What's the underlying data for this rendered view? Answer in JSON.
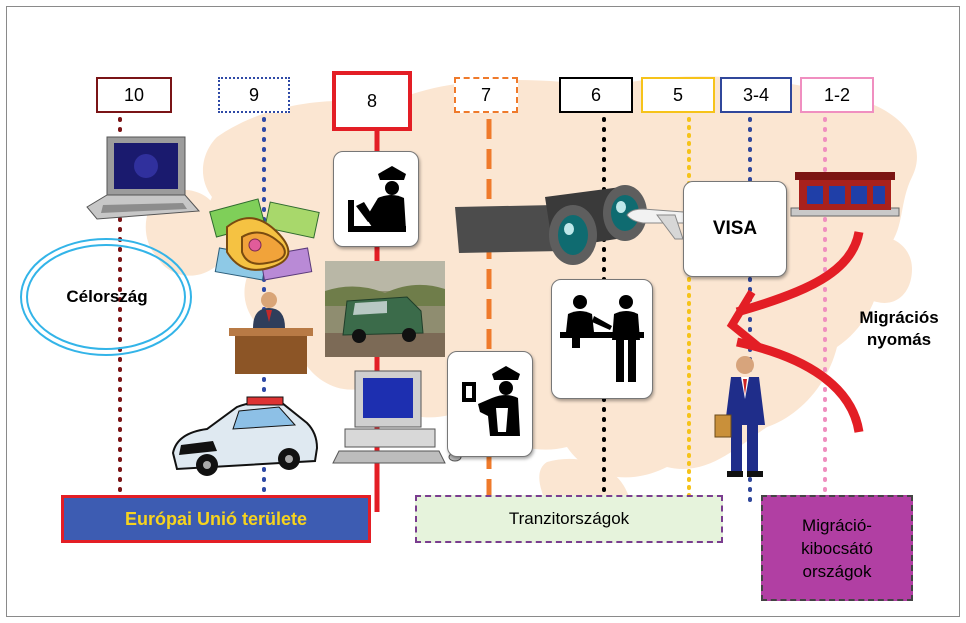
{
  "levels": [
    {
      "id": "10",
      "label": "10",
      "color": "#7a1416"
    },
    {
      "id": "9",
      "label": "9",
      "color": "#2f4aa6"
    },
    {
      "id": "8",
      "label": "8",
      "color": "#e31e25"
    },
    {
      "id": "7",
      "label": "7",
      "color": "#ef7a2b"
    },
    {
      "id": "6",
      "label": "6",
      "color": "#000000"
    },
    {
      "id": "5",
      "label": "5",
      "color": "#f6c31a"
    },
    {
      "id": "3-4",
      "label": "3-4",
      "color": "#30479b"
    },
    {
      "id": "1-2",
      "label": "1-2",
      "color": "#f08fc0"
    }
  ],
  "target_country": "Célország",
  "visa_label": "VISA",
  "migration_pressure": {
    "line1": "Migrációs",
    "line2": "nyomás"
  },
  "regions": {
    "eu": "Európai Unió területe",
    "transit": "Tranzitországok",
    "origin": {
      "line1": "Migráció-",
      "line2": "kibocsátó",
      "line3": "országok"
    }
  },
  "icons": [
    "laptop-icon",
    "handshake-icon",
    "police-car-icon",
    "official-at-desk-icon",
    "border-guard-icon",
    "border-patrol-photo",
    "desktop-computer-icon",
    "passport-control-icon",
    "binoculars-icon",
    "airplane-icon",
    "check-in-counter-icon",
    "embassy-building-icon",
    "businessman-icon"
  ],
  "colors": {
    "map": "#fbe6d2",
    "eu_band_bg": "#3d5cb2",
    "eu_band_text": "#f6d31e",
    "eu_band_border": "#e31e25",
    "transit_bg": "#e6f3dc",
    "origin_bg": "#b13fa3",
    "pressure_arrows": "#e31e25"
  }
}
